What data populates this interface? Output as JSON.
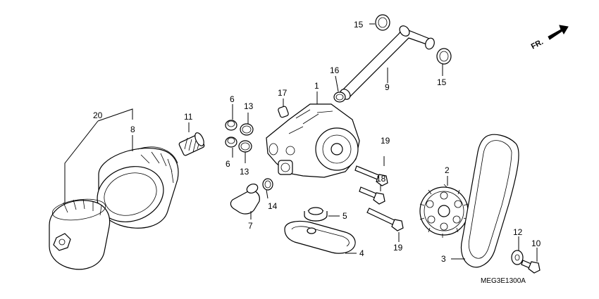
{
  "diagram": {
    "code": "MEG3E1300A",
    "direction_label": "FR.",
    "callouts": {
      "p1": "1",
      "p2": "2",
      "p3": "3",
      "p4": "4",
      "p5": "5",
      "p6a": "6",
      "p6b": "6",
      "p7": "7",
      "p8": "8",
      "p9": "9",
      "p10": "10",
      "p11": "11",
      "p12": "12",
      "p13a": "13",
      "p13b": "13",
      "p14": "14",
      "p15a": "15",
      "p15b": "15",
      "p16": "16",
      "p17": "17",
      "p18": "18",
      "p19a": "19",
      "p19b": "19",
      "p20": "20"
    }
  }
}
